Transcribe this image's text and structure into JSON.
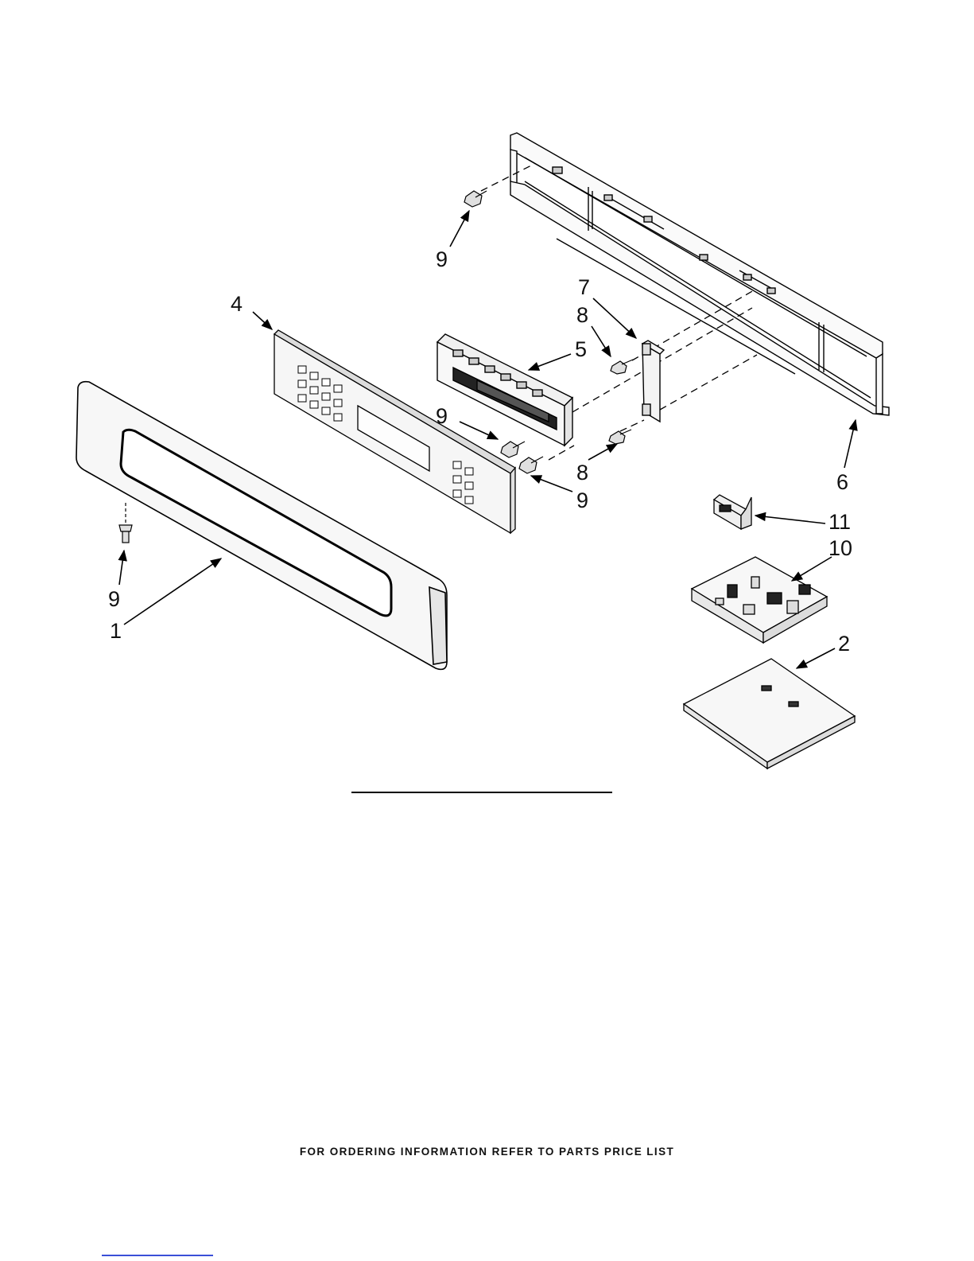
{
  "diagram": {
    "callouts": [
      {
        "id": "c9a",
        "label": "9"
      },
      {
        "id": "c7",
        "label": "7"
      },
      {
        "id": "c8a",
        "label": "8"
      },
      {
        "id": "c4",
        "label": "4"
      },
      {
        "id": "c5",
        "label": "5"
      },
      {
        "id": "c9b",
        "label": "9"
      },
      {
        "id": "c8b",
        "label": "8"
      },
      {
        "id": "c6",
        "label": "6"
      },
      {
        "id": "c9c",
        "label": "9"
      },
      {
        "id": "c11",
        "label": "11"
      },
      {
        "id": "c10",
        "label": "10"
      },
      {
        "id": "c9d",
        "label": "9"
      },
      {
        "id": "c1",
        "label": "1"
      },
      {
        "id": "c2",
        "label": "2"
      }
    ]
  },
  "footer": {
    "text": "FOR ORDERING INFORMATION REFER TO PARTS PRICE LIST"
  },
  "colors": {
    "line": "#000000",
    "part_fill": "#f4f4f4",
    "link_underline": "#3a4fd8"
  }
}
